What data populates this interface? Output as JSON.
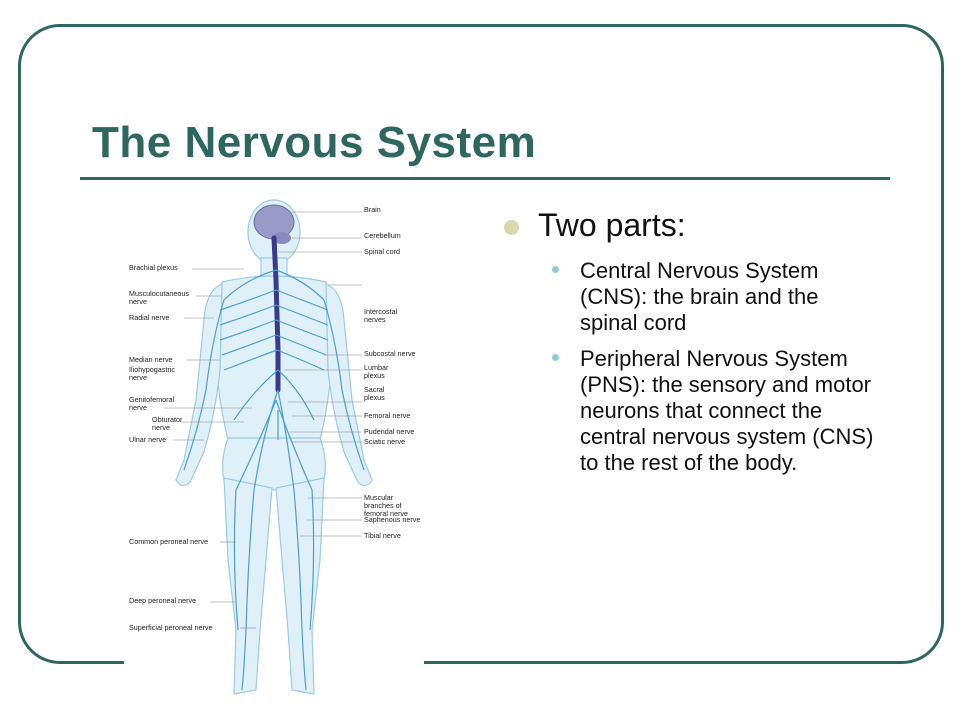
{
  "slide": {
    "title": "The Nervous System",
    "bullet": "Two parts:",
    "sub_bullets": [
      "Central Nervous System (CNS): the brain and the spinal cord",
      "Peripheral Nervous System (PNS): the sensory and motor neurons that connect the central nervous system (CNS) to the rest of the body."
    ]
  },
  "diagram": {
    "labels_right": [
      "Brain",
      "Cerebellum",
      "Spinal cord",
      "Intercostal nerves",
      "Subcostal nerve",
      "Lumbar plexus",
      "Sacral plexus",
      "Femoral nerve",
      "Pudendal nerve",
      "Sciatic nerve",
      "Muscular branches of femoral nerve",
      "Saphenous nerve",
      "Tibial nerve"
    ],
    "labels_left": [
      "Brachial plexus",
      "Musculocutaneous nerve",
      "Radial nerve",
      "Median nerve",
      "Iliohypogastric nerve",
      "Genitofemoral nerve",
      "Obturator nerve",
      "Ulnar nerve",
      "Common peroneal nerve",
      "Deep peroneal nerve",
      "Superficial peroneal nerve"
    ]
  },
  "colors": {
    "accent": "#2e6660",
    "bullet_main": "#d8d8a8",
    "bullet_sub": "#8ecbd6",
    "body_fill": "#dff0f8",
    "nerve": "#4a9fd0",
    "spinal_cord": "#3a3a8c",
    "brain": "#9a9ac8"
  }
}
